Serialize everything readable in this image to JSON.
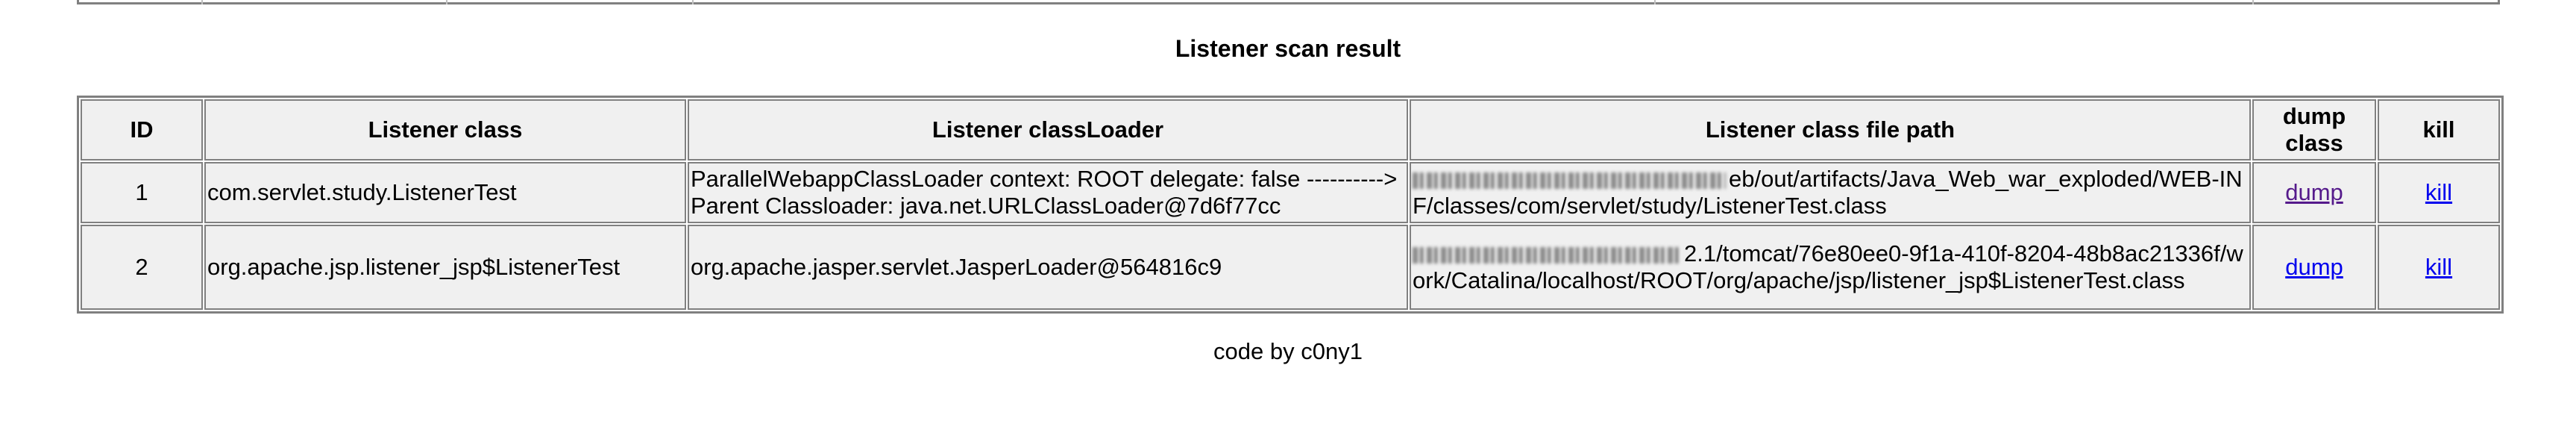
{
  "title": "Listener scan result",
  "columns": {
    "id": "ID",
    "listener_class": "Listener class",
    "classloader": "Listener classLoader",
    "file_path": "Listener class file path",
    "dump_class": "dump class",
    "kill": "kill"
  },
  "rows": [
    {
      "id": "1",
      "listener_class": "com.servlet.study.ListenerTest",
      "classloader": "ParallelWebappClassLoader context: ROOT delegate: false ----------> Parent Classloader: java.net.URLClassLoader@7d6f77cc",
      "file_path": "eb/out/artifacts/Java_Web_war_exploded/WEB-INF/classes/com/servlet/study/ListenerTest.class",
      "dump": "dump",
      "kill": "kill"
    },
    {
      "id": "2",
      "listener_class": "org.apache.jsp.listener_jsp$ListenerTest",
      "classloader": "org.apache.jasper.servlet.JasperLoader@564816c9",
      "file_path": "2.1/tomcat/76e80ee0-9f1a-410f-8204-48b8ac21336f/work/Catalina/localhost/ROOT/org/apache/jsp/listener_jsp$ListenerTest.class",
      "dump": "dump",
      "kill": "kill"
    }
  ],
  "footer": "code by c0ny1",
  "colors": {
    "border": "#808080",
    "cell_bg": "#f0f0f0",
    "link": "#0000ee",
    "visited_link": "#551a8b"
  }
}
